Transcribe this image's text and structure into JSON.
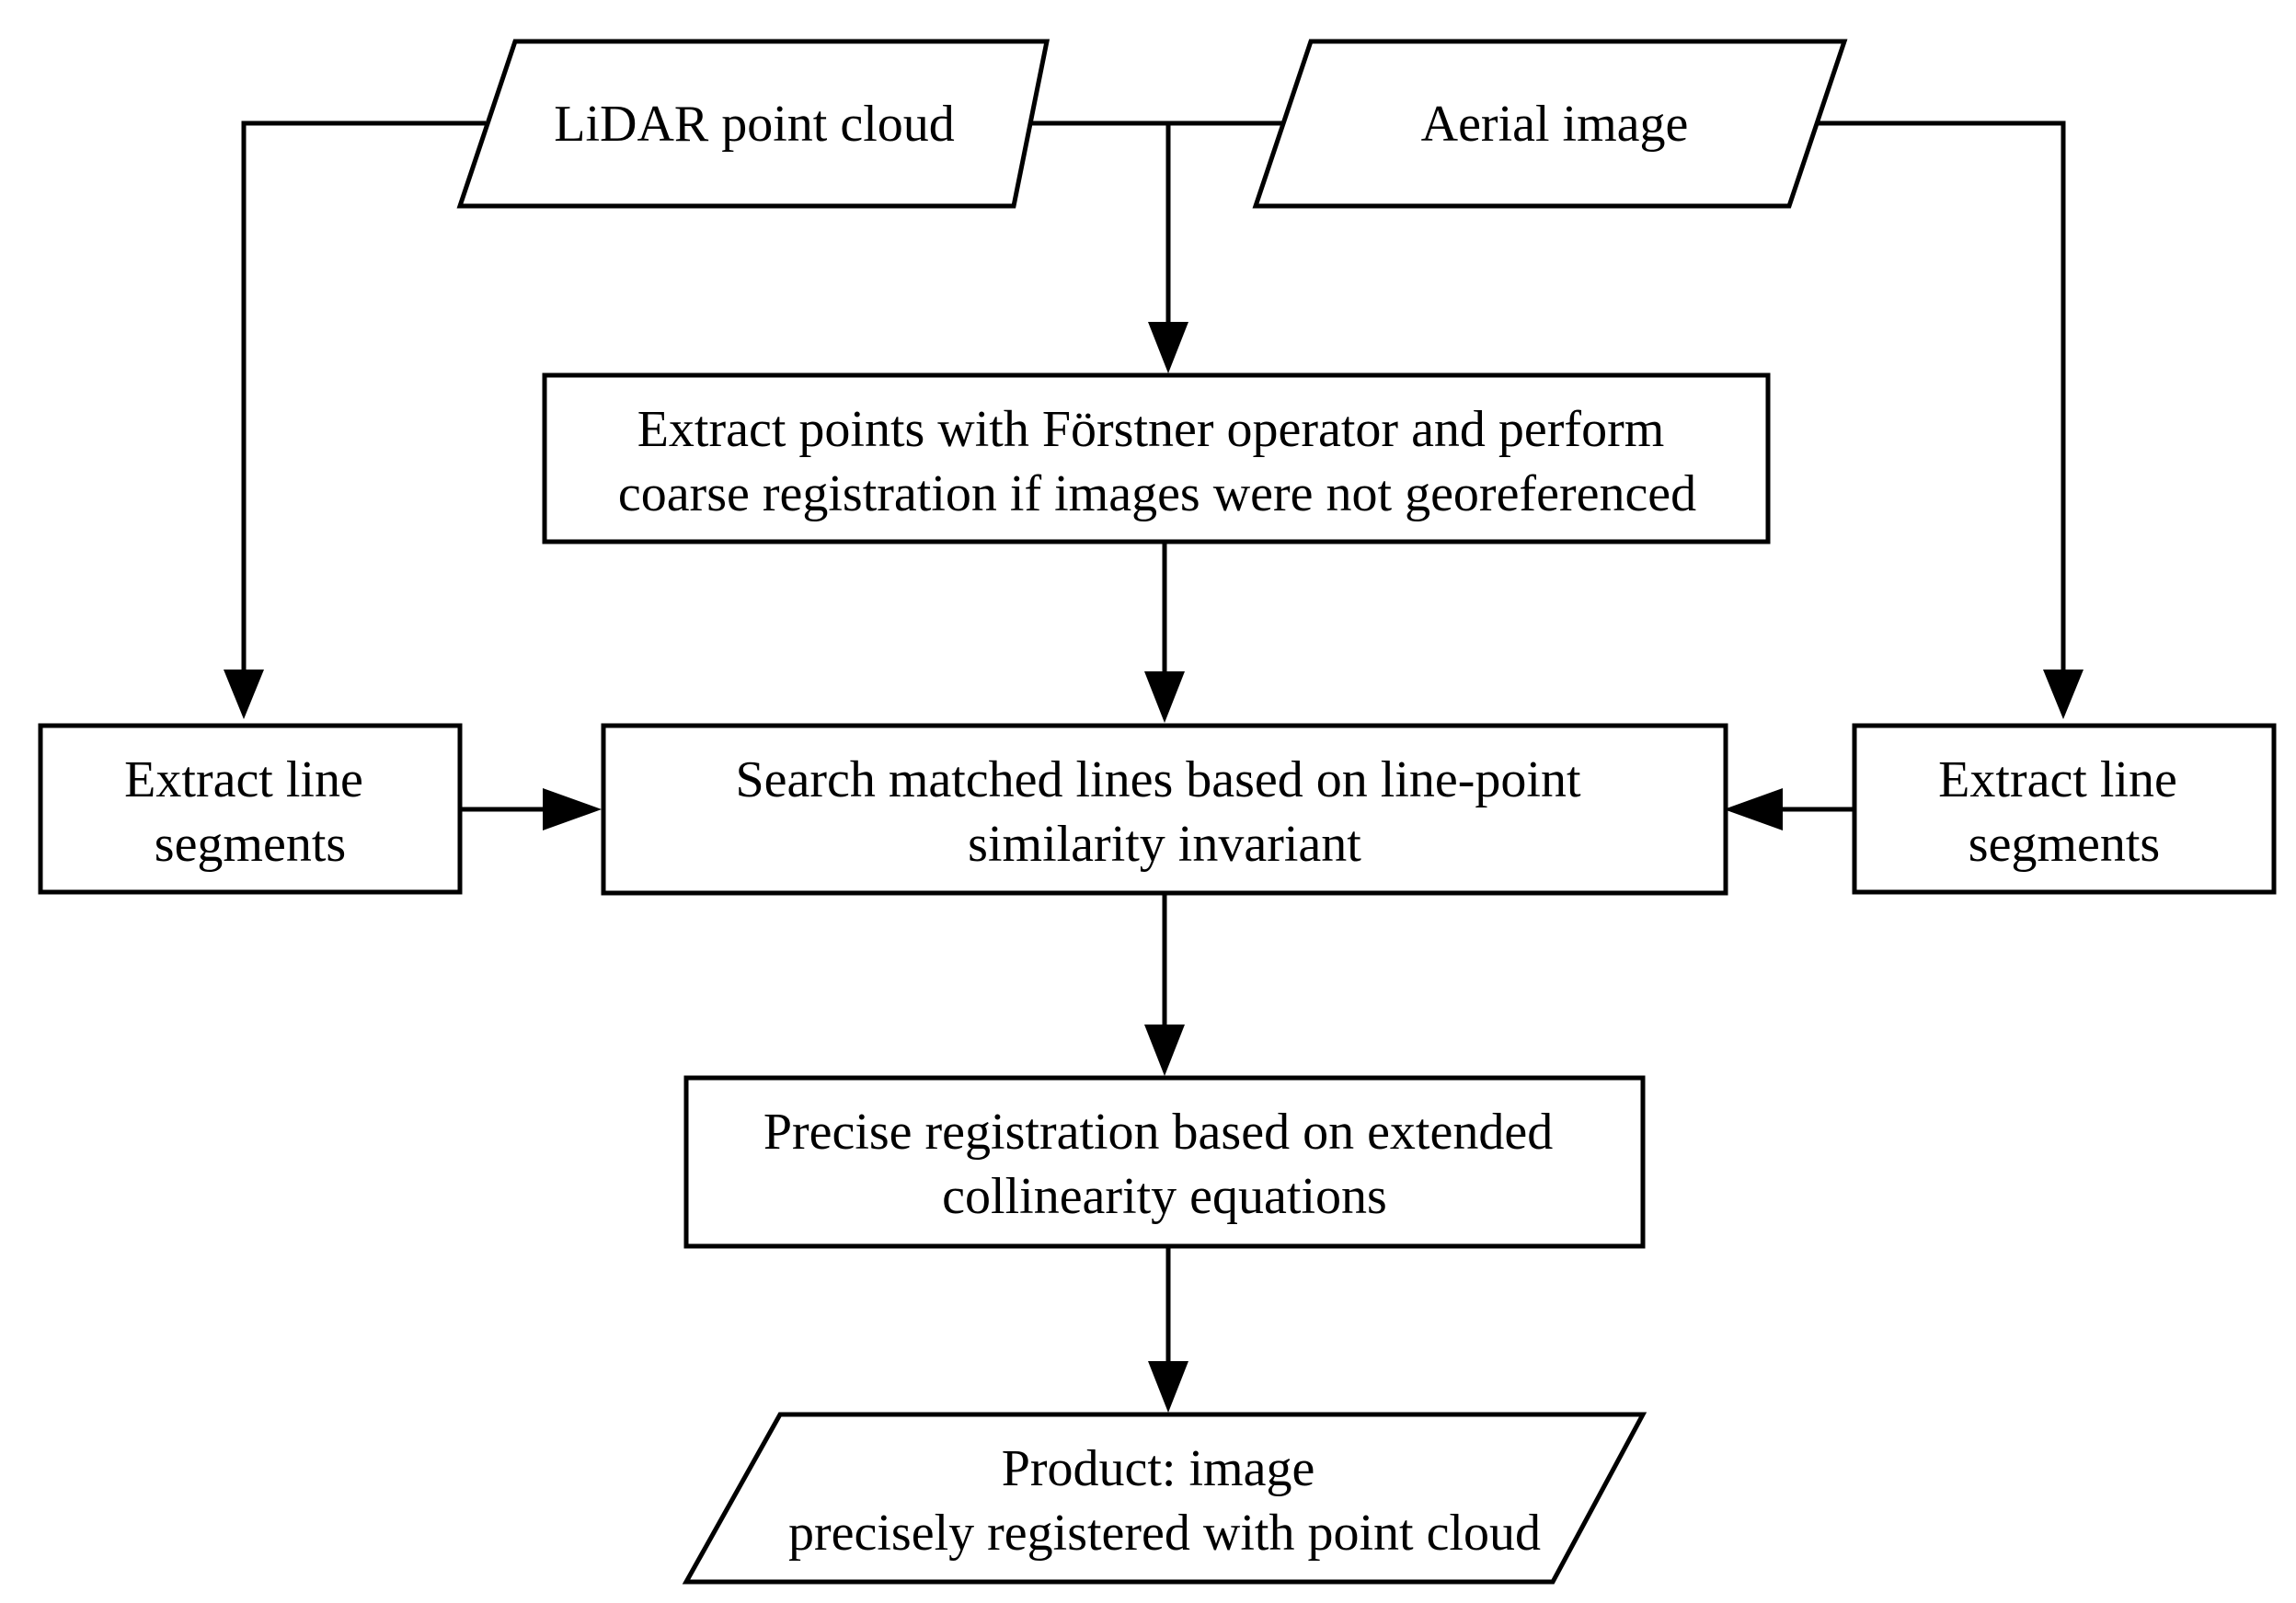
{
  "nodes": {
    "lidar": {
      "lines": [
        "LiDAR point cloud"
      ]
    },
    "aerial": {
      "lines": [
        "Aerial image"
      ]
    },
    "forstner": {
      "lines": [
        "Extract  points with Förstner operator and perform",
        "coarse registration if images were not georeferenced"
      ]
    },
    "extract_left": {
      "lines": [
        "Extract line",
        "segments"
      ]
    },
    "search": {
      "lines": [
        "Search matched lines based on line-point",
        "similarity invariant"
      ]
    },
    "extract_right": {
      "lines": [
        "Extract line",
        "segments"
      ]
    },
    "precise": {
      "lines": [
        "Precise registration based on extended",
        "collinearity equations"
      ]
    },
    "product": {
      "lines": [
        "Product: image",
        "precisely registered with point cloud"
      ]
    }
  },
  "edges": [
    {
      "from": "lidar",
      "to": "extract_left"
    },
    {
      "from": "lidar",
      "to": "forstner"
    },
    {
      "from": "aerial",
      "to": "forstner"
    },
    {
      "from": "aerial",
      "to": "extract_right"
    },
    {
      "from": "forstner",
      "to": "search"
    },
    {
      "from": "extract_left",
      "to": "search"
    },
    {
      "from": "extract_right",
      "to": "search"
    },
    {
      "from": "search",
      "to": "precise"
    },
    {
      "from": "precise",
      "to": "product"
    }
  ]
}
